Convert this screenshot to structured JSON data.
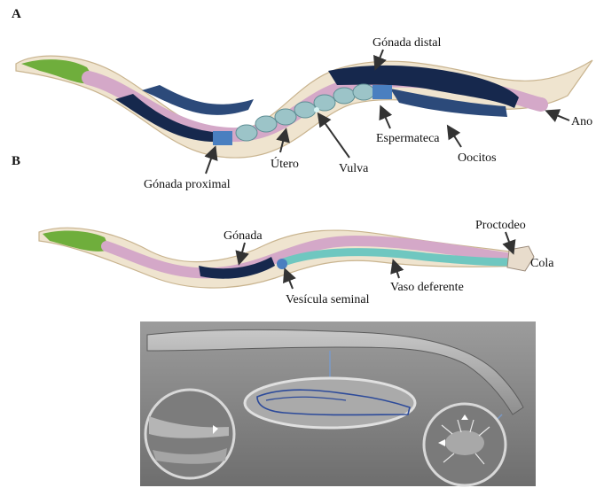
{
  "panel_a": {
    "letter": "A",
    "labels": {
      "gonada_distal": "Gónada distal",
      "ano": "Ano",
      "espermateca": "Espermateca",
      "oocitos": "Oocitos",
      "vulva": "Vulva",
      "utero": "Útero",
      "gonada_proximal": "Gónada proximal"
    }
  },
  "panel_b": {
    "letter": "B",
    "labels": {
      "gonada": "Gónada",
      "proctodeo": "Proctodeo",
      "cola": "Cola",
      "vaso_deferente": "Vaso deferente",
      "vesicula_seminal": "Vesícula seminal"
    }
  },
  "colors": {
    "body": "#efe4cf",
    "pharynx": "#6fae3c",
    "intestine": "#d4a8c8",
    "gonad_dark": "#16284d",
    "oocyte": "#2c4a7a",
    "uterus_egg": "#9cc4c8",
    "vas_deferens": "#6fc7c0",
    "micrograph": "#8a8a8a"
  }
}
